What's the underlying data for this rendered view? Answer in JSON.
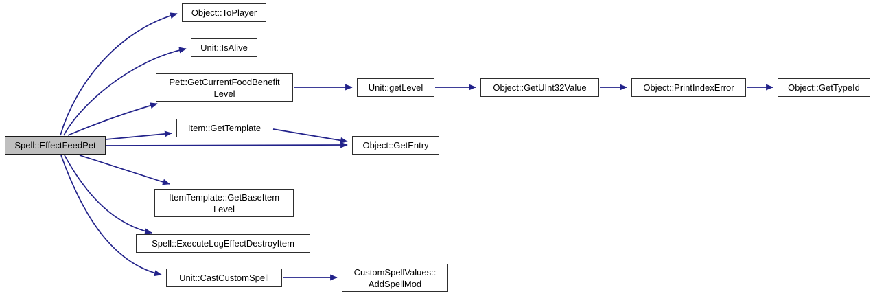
{
  "diagram": {
    "type": "call-graph",
    "root_function": "Spell::EffectFeedPet",
    "colors": {
      "edge": "#191970",
      "root_node_fill": "#bfbfbf",
      "node_fill": "#ffffff",
      "node_border": "#000000",
      "text": "#000000"
    },
    "nodes": [
      {
        "id": "spell-effect-feed-pet",
        "label": "Spell::EffectFeedPet",
        "root": true
      },
      {
        "id": "object-to-player",
        "label": "Object::ToPlayer"
      },
      {
        "id": "unit-is-alive",
        "label": "Unit::IsAlive"
      },
      {
        "id": "pet-get-current-food-benefit-level",
        "label": "Pet::GetCurrentFoodBenefit\nLevel"
      },
      {
        "id": "unit-get-level",
        "label": "Unit::getLevel"
      },
      {
        "id": "object-get-uint32-value",
        "label": "Object::GetUInt32Value"
      },
      {
        "id": "object-print-index-error",
        "label": "Object::PrintIndexError"
      },
      {
        "id": "object-get-type-id",
        "label": "Object::GetTypeId"
      },
      {
        "id": "item-get-template",
        "label": "Item::GetTemplate"
      },
      {
        "id": "object-get-entry",
        "label": "Object::GetEntry"
      },
      {
        "id": "item-template-get-base-item-level",
        "label": "ItemTemplate::GetBaseItem\nLevel"
      },
      {
        "id": "spell-execute-log-effect-destroy-item",
        "label": "Spell::ExecuteLogEffectDestroyItem"
      },
      {
        "id": "unit-cast-custom-spell",
        "label": "Unit::CastCustomSpell"
      },
      {
        "id": "custom-spell-values-add-spell-mod",
        "label": "CustomSpellValues::\nAddSpellMod"
      }
    ],
    "edges": [
      {
        "from": "Spell::EffectFeedPet",
        "to": "Object::ToPlayer"
      },
      {
        "from": "Spell::EffectFeedPet",
        "to": "Unit::IsAlive"
      },
      {
        "from": "Spell::EffectFeedPet",
        "to": "Pet::GetCurrentFoodBenefitLevel"
      },
      {
        "from": "Spell::EffectFeedPet",
        "to": "Item::GetTemplate"
      },
      {
        "from": "Spell::EffectFeedPet",
        "to": "Object::GetEntry"
      },
      {
        "from": "Spell::EffectFeedPet",
        "to": "ItemTemplate::GetBaseItemLevel"
      },
      {
        "from": "Spell::EffectFeedPet",
        "to": "Spell::ExecuteLogEffectDestroyItem"
      },
      {
        "from": "Spell::EffectFeedPet",
        "to": "Unit::CastCustomSpell"
      },
      {
        "from": "Pet::GetCurrentFoodBenefitLevel",
        "to": "Unit::getLevel"
      },
      {
        "from": "Unit::getLevel",
        "to": "Object::GetUInt32Value"
      },
      {
        "from": "Object::GetUInt32Value",
        "to": "Object::PrintIndexError"
      },
      {
        "from": "Object::PrintIndexError",
        "to": "Object::GetTypeId"
      },
      {
        "from": "Item::GetTemplate",
        "to": "Object::GetEntry"
      },
      {
        "from": "Unit::CastCustomSpell",
        "to": "CustomSpellValues::AddSpellMod"
      }
    ]
  }
}
